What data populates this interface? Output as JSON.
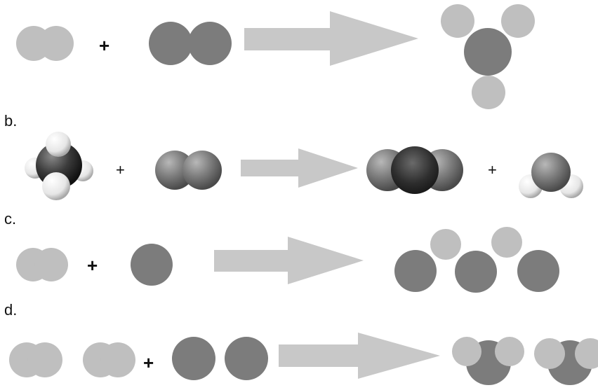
{
  "colors": {
    "light_atom": "#bfbfbf",
    "dark_atom": "#7c7c7c",
    "arrow": "#c8c8c8",
    "text": "#111111",
    "carbon_3d": "#3a3a3a",
    "hydrogen_3d": "#f2f2f2",
    "oxygen_3d": "#7a7a7a"
  },
  "rows": [
    {
      "id": "a",
      "label": "",
      "plus": "+"
    },
    {
      "id": "b",
      "label": "b.",
      "plus": [
        "+",
        "+"
      ]
    },
    {
      "id": "c",
      "label": "c.",
      "plus": "+"
    },
    {
      "id": "d",
      "label": "d.",
      "plus": "+"
    }
  ],
  "icons": [
    "reaction-arrow-icon",
    "plus-sign-icon",
    "atom-sphere-icon"
  ]
}
